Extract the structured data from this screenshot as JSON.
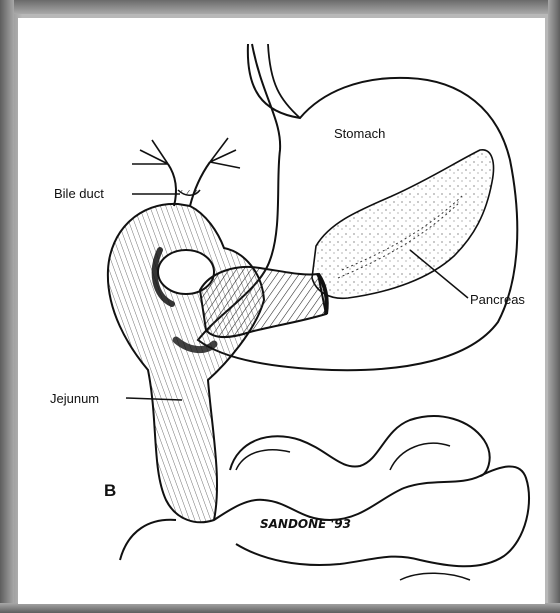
{
  "labels": {
    "stomach": "Stomach",
    "bile_duct": "Bile duct",
    "pancreas": "Pancreas",
    "jejunum": "Jejunum",
    "panel_letter": "B",
    "signature": "SANDONE '93"
  },
  "colors": {
    "background": "#ffffff",
    "ink": "#111111",
    "frame": "#9a9a9a"
  }
}
